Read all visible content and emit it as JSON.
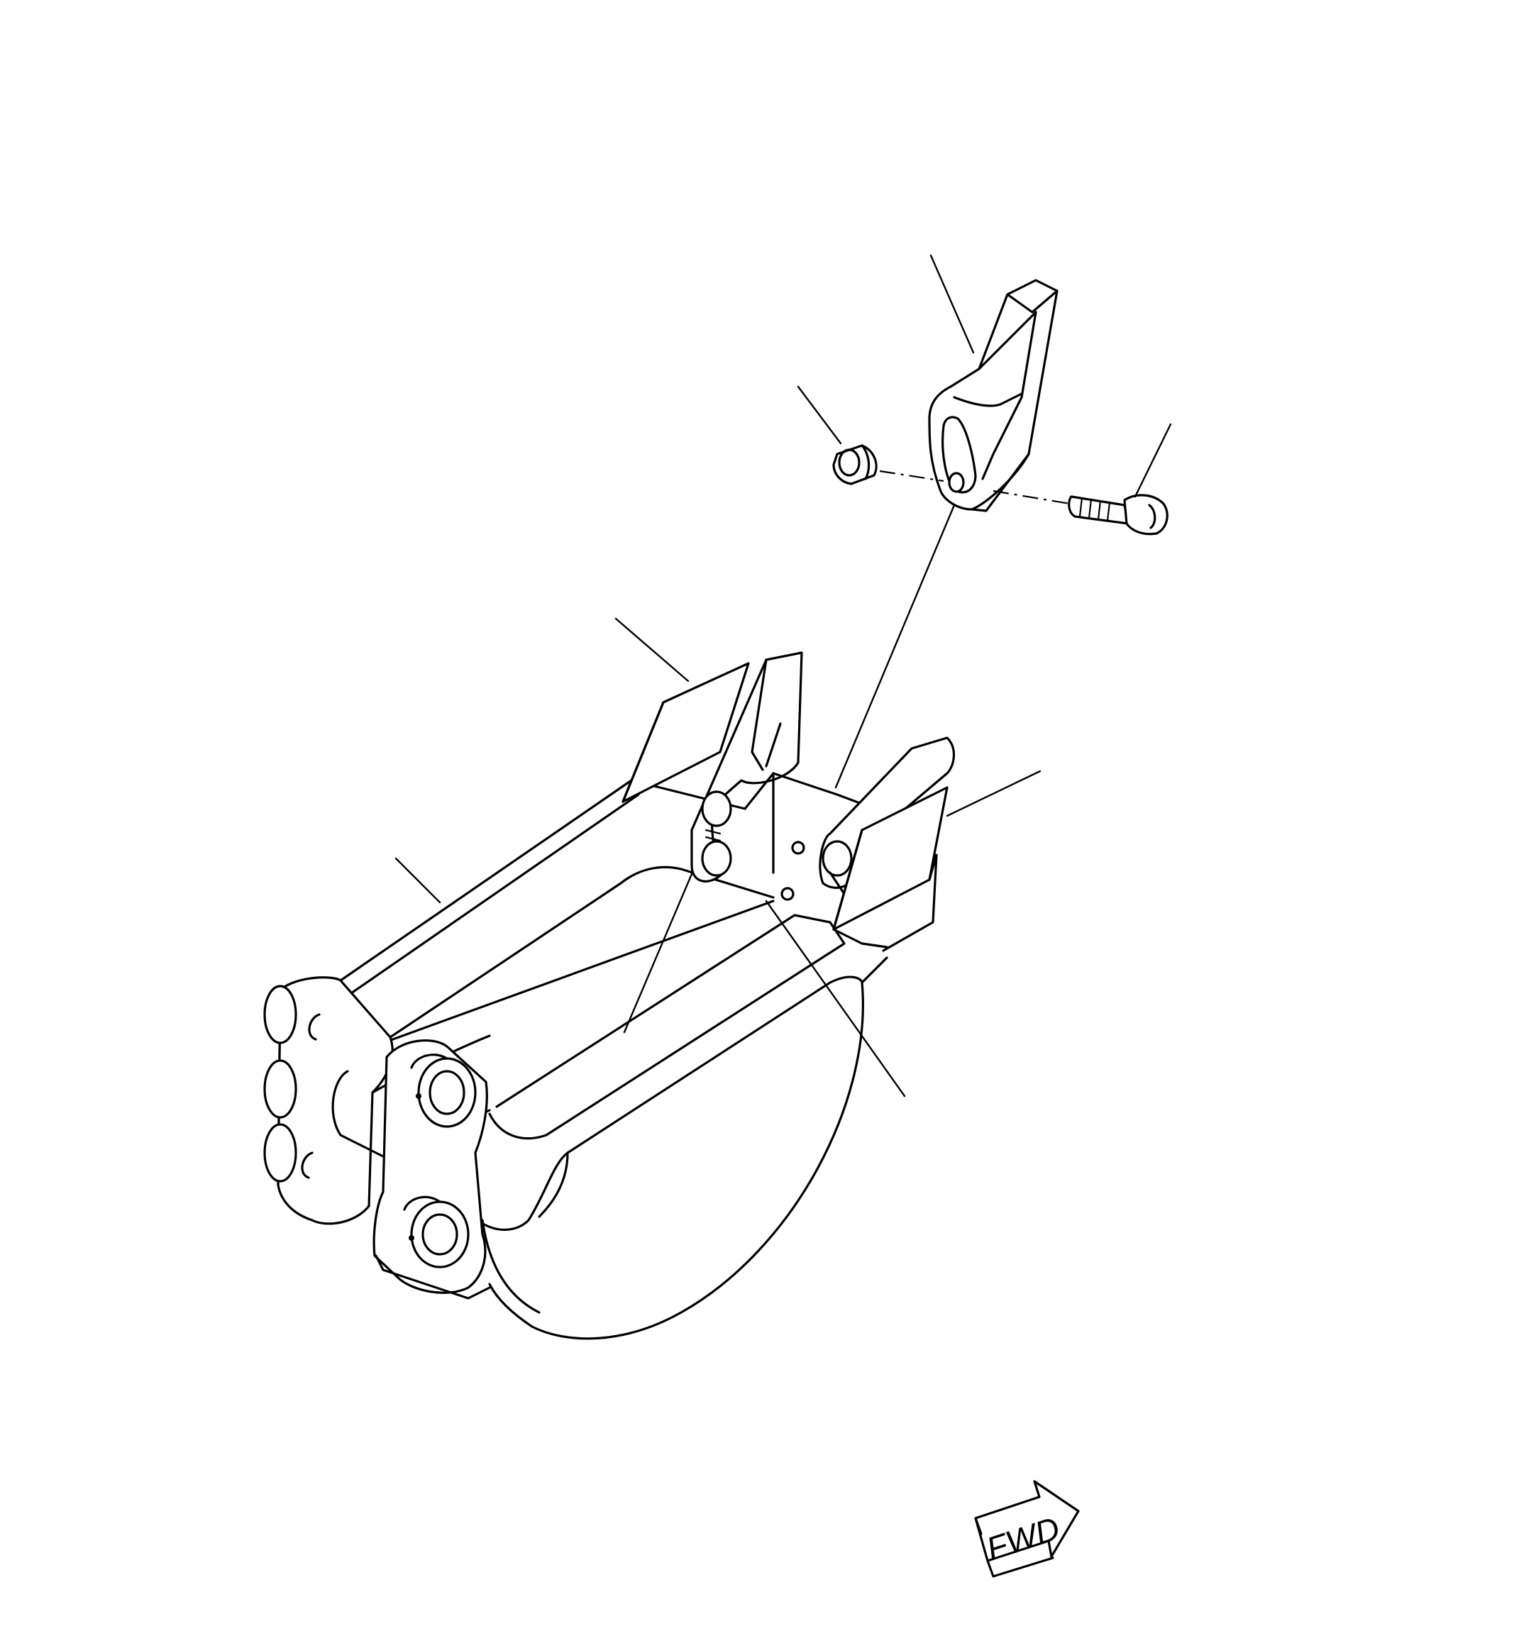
{
  "figure": {
    "direction_label": "FWD",
    "colors": {
      "line": "#000000",
      "background": "#ffffff"
    },
    "callouts": [
      {
        "id": "tooth-point"
      },
      {
        "id": "nut"
      },
      {
        "id": "bolt"
      },
      {
        "id": "side-cutter-left"
      },
      {
        "id": "side-cutter-right"
      },
      {
        "id": "bucket-body"
      },
      {
        "id": "cutting-edge"
      },
      {
        "id": "adapter"
      }
    ]
  }
}
